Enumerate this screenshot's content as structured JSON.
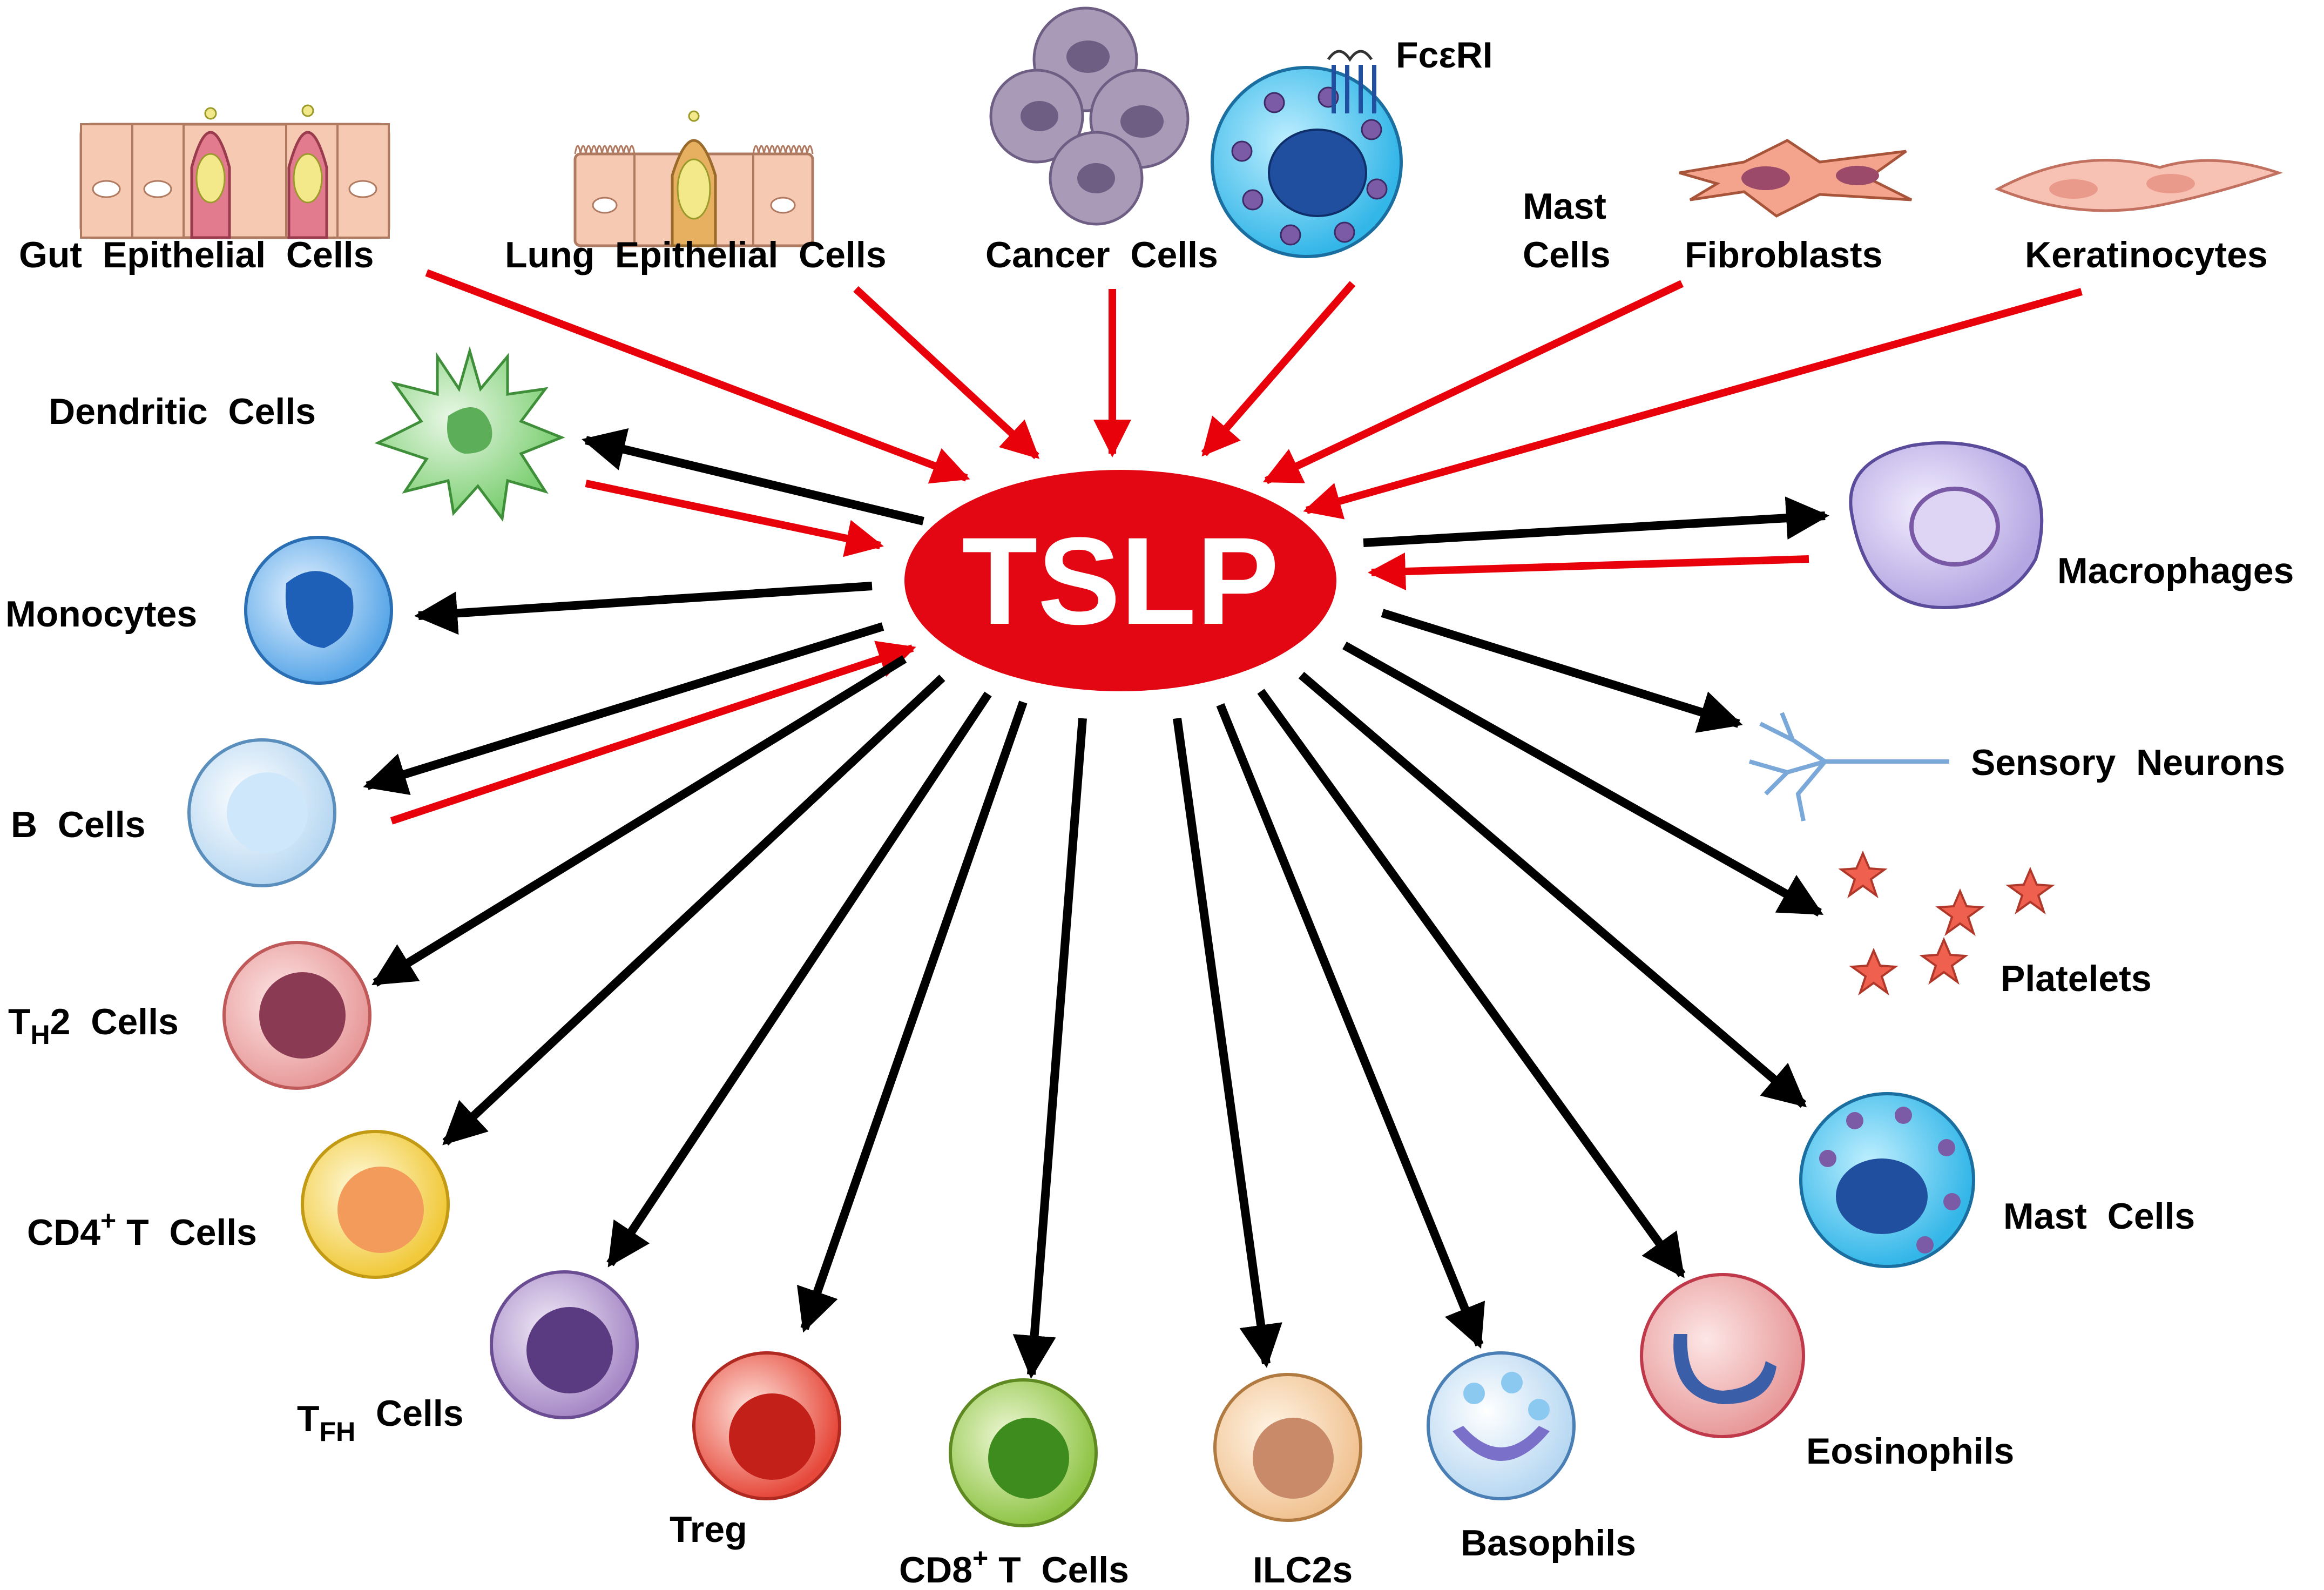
{
  "center": {
    "label": "TSLP",
    "color": "#e30613"
  },
  "colors": {
    "produces_arrow": "#e8000b",
    "targets_arrow": "#000000"
  },
  "producers_top": [
    {
      "label": "Gut  Epithelial  Cells",
      "icon": "gut-epithelium-icon"
    },
    {
      "label": "Lung  Epithelial  Cells",
      "icon": "lung-epithelium-icon"
    },
    {
      "label": "Cancer  Cells",
      "icon": "cancer-cells-icon"
    },
    {
      "label": "Mast",
      "label2": "Cells",
      "receptor": "FcεRI",
      "icon": "mast-cell-icon"
    },
    {
      "label": "Fibroblasts",
      "icon": "fibroblasts-icon"
    },
    {
      "label": "Keratinocytes",
      "icon": "keratinocytes-icon"
    }
  ],
  "targets": {
    "dendritic": "Dendritic  Cells",
    "monocytes": "Monocytes",
    "b_cells": "B  Cells",
    "th2": {
      "main": "T",
      "sub": "H",
      "rest": "2  Cells"
    },
    "cd4": {
      "main": "CD4",
      "sup": "+",
      "rest": " T  Cells"
    },
    "tfh": {
      "main": "T",
      "sub": "FH",
      "rest": "  Cells"
    },
    "treg": "Treg",
    "cd8": {
      "main": "CD8",
      "sup": "+",
      "rest": " T  Cells"
    },
    "ilc2s": "ILC2s",
    "basophils": "Basophils",
    "eosinophils": "Eosinophils",
    "mast_cells": "Mast  Cells",
    "platelets": "Platelets",
    "sensory_neurons": "Sensory  Neurons",
    "macrophages": "Macrophages"
  }
}
